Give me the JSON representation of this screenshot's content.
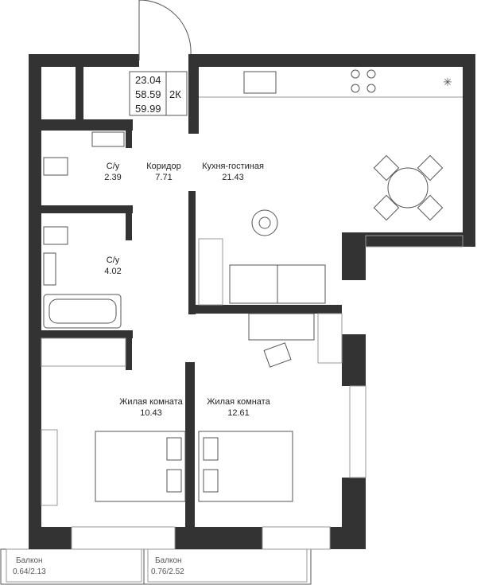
{
  "summary": {
    "living_area": "23.04",
    "total_area": "58.59",
    "area_with_balconies": "59.99",
    "type": "2К"
  },
  "rooms": [
    {
      "name": "С/у",
      "area": "2.39"
    },
    {
      "name": "Коридор",
      "area": "7.71"
    },
    {
      "name": "Кухня-гостиная",
      "area": "21.43"
    },
    {
      "name": "С/у",
      "area": "4.02"
    },
    {
      "name": "Жилая комната",
      "area": "10.43"
    },
    {
      "name": "Жилая комната",
      "area": "12.61"
    }
  ],
  "balconies": [
    {
      "name": "Балкон",
      "area": "0.64/2.13"
    },
    {
      "name": "Балкон",
      "area": "0.76/2.52"
    }
  ],
  "colors": {
    "wall": "#333333",
    "line": "#555555"
  }
}
